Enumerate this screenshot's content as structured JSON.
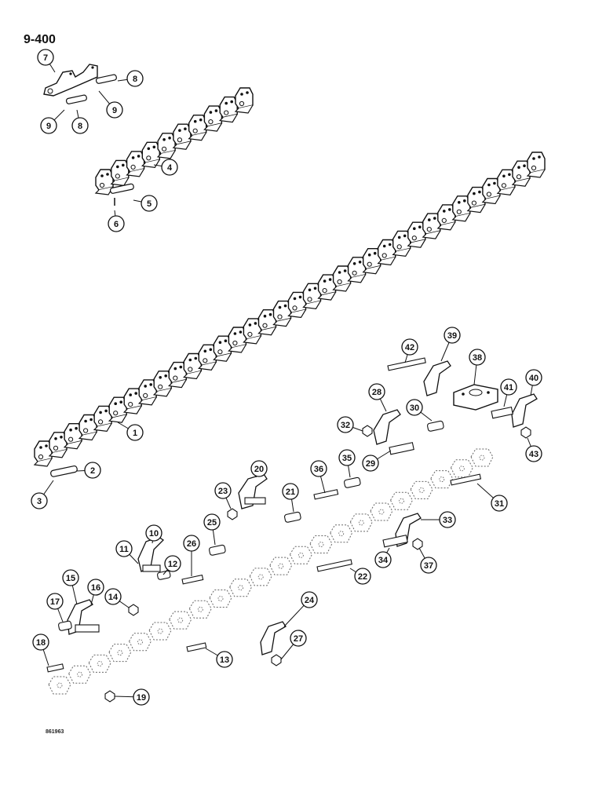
{
  "page": {
    "number": "9-400",
    "figure_id": "861963"
  },
  "parts": [
    {
      "label": "1",
      "description": "roller chain assembly (long)"
    },
    {
      "label": "2"
    },
    {
      "label": "3"
    },
    {
      "label": "4"
    },
    {
      "label": "5"
    },
    {
      "label": "6"
    },
    {
      "label": "7"
    },
    {
      "label": "8"
    },
    {
      "label": "9"
    },
    {
      "label": "10"
    },
    {
      "label": "11"
    },
    {
      "label": "12"
    },
    {
      "label": "13"
    },
    {
      "label": "14"
    },
    {
      "label": "15"
    },
    {
      "label": "16"
    },
    {
      "label": "17"
    },
    {
      "label": "18"
    },
    {
      "label": "19"
    },
    {
      "label": "20"
    },
    {
      "label": "21"
    },
    {
      "label": "22"
    },
    {
      "label": "23"
    },
    {
      "label": "24"
    },
    {
      "label": "25"
    },
    {
      "label": "26"
    },
    {
      "label": "27"
    },
    {
      "label": "28"
    },
    {
      "label": "29"
    },
    {
      "label": "30"
    },
    {
      "label": "31"
    },
    {
      "label": "32"
    },
    {
      "label": "33"
    },
    {
      "label": "34"
    },
    {
      "label": "35"
    },
    {
      "label": "36"
    },
    {
      "label": "37"
    },
    {
      "label": "38"
    },
    {
      "label": "39"
    },
    {
      "label": "40"
    },
    {
      "label": "41"
    },
    {
      "label": "42"
    },
    {
      "label": "43"
    }
  ],
  "colors": {
    "ink": "#111111",
    "paper": "#ffffff",
    "ghost": "#666666"
  }
}
